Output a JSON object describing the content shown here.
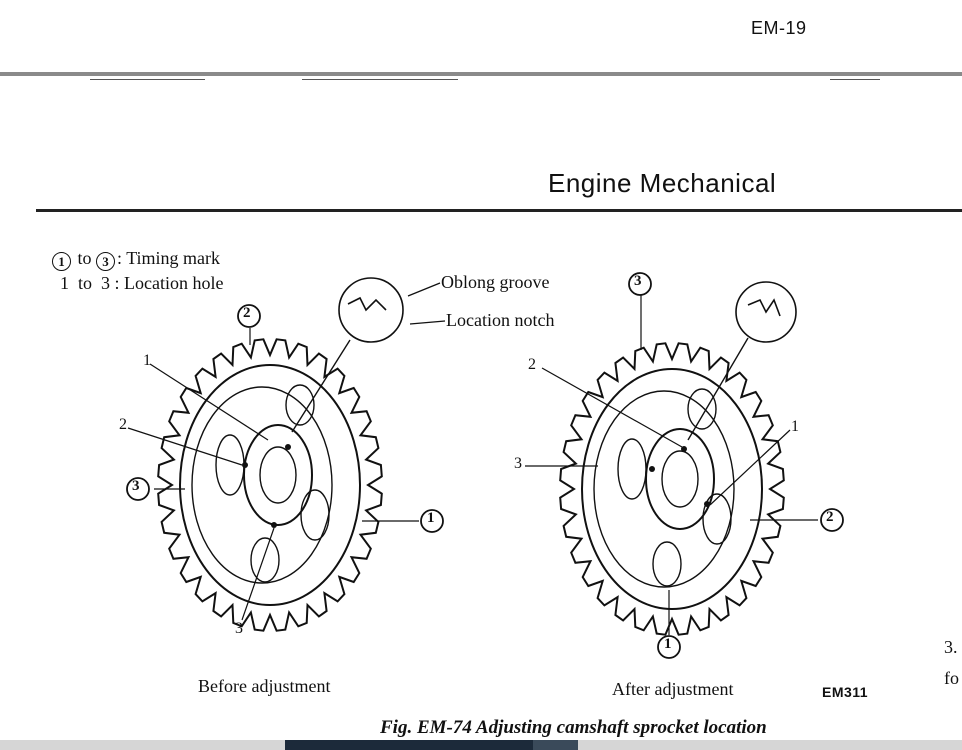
{
  "page_number": "EM-19",
  "section_title": "Engine Mechanical",
  "legend": {
    "timing_prefix": "1",
    "timing_to": "to",
    "timing_end": "3",
    "timing_text": ": Timing mark",
    "location_text": "1  to  3 : Location hole"
  },
  "callouts": {
    "oblong_groove": "Oblong groove",
    "location_notch": "Location notch"
  },
  "before": {
    "label": "Before adjustment",
    "marks": [
      "1",
      "2",
      "3"
    ],
    "holes": [
      "1",
      "2",
      "3"
    ]
  },
  "after": {
    "label": "After adjustment",
    "marks": [
      "1",
      "2",
      "3"
    ],
    "holes": [
      "1",
      "2",
      "3"
    ]
  },
  "figure_code": "EM311",
  "caption": "Fig. EM-74  Adjusting camshaft sprocket location",
  "edge_text": [
    "3.",
    "fo"
  ]
}
